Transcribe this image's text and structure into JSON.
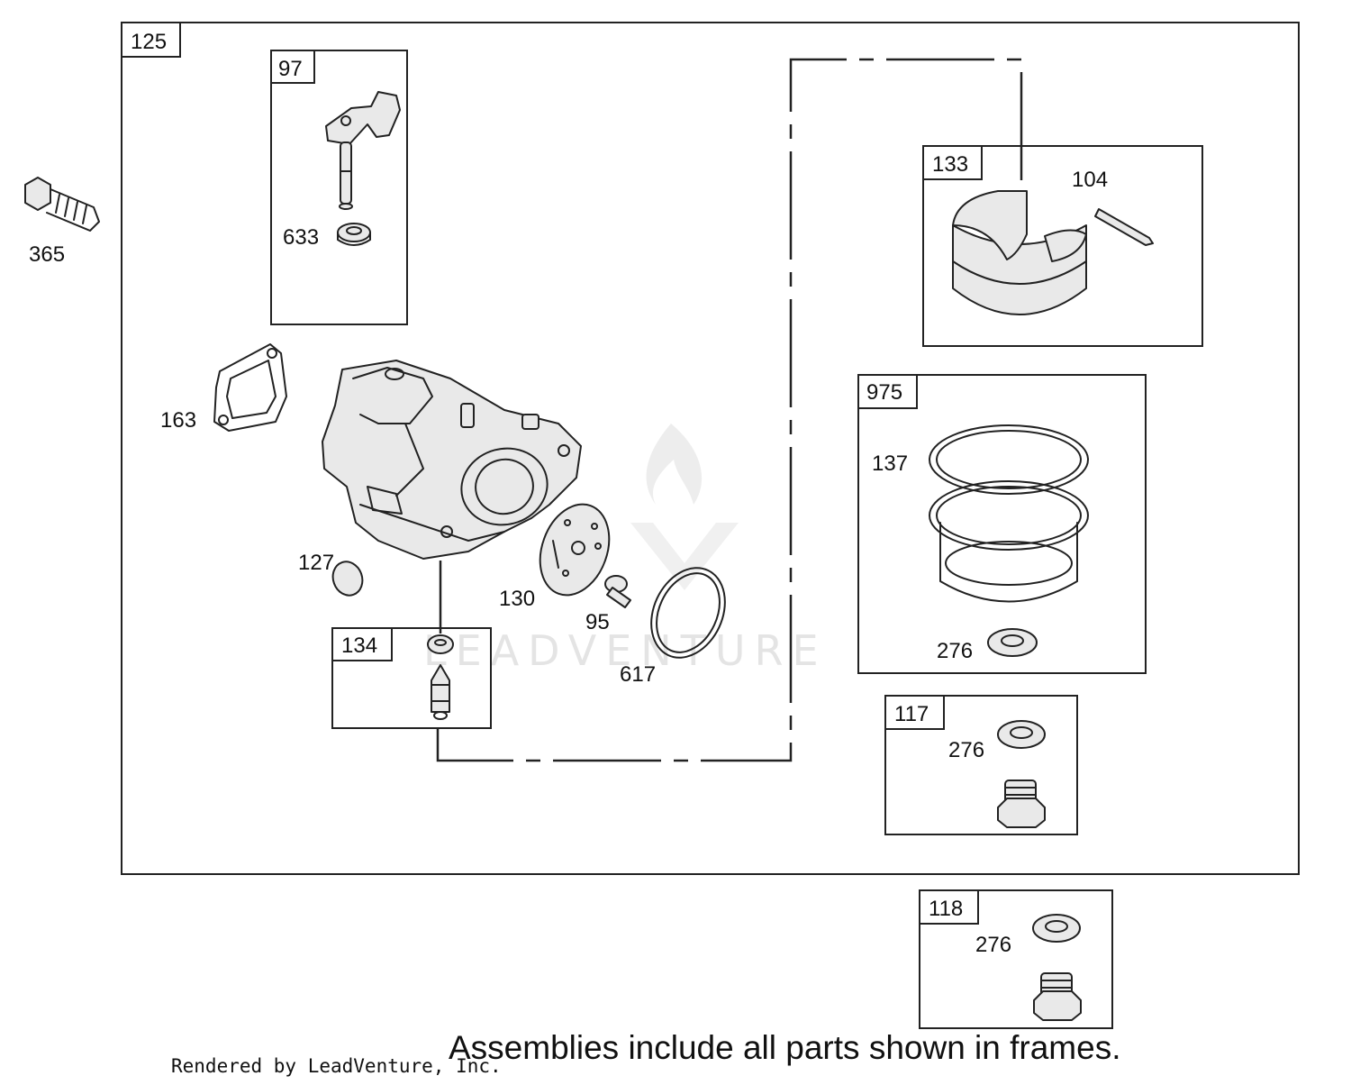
{
  "frames": {
    "main": "125",
    "lever_assembly": "97",
    "inlet_needle_kit": "134",
    "float_bowl_assembly": "133",
    "bowl_kit": "975",
    "drain_kit_117": "117",
    "drain_kit_118": "118"
  },
  "callouts": {
    "p365": "365",
    "p633": "633",
    "p163": "163",
    "p127": "127",
    "p130": "130",
    "p95": "95",
    "p617": "617",
    "p104": "104",
    "p137": "137",
    "p276_bowl": "276",
    "p276_117": "276",
    "p276_118": "276"
  },
  "watermark": "LEADVENTURE",
  "caption": "Assemblies include all parts shown in frames.",
  "credit": "Rendered by LeadVenture, Inc."
}
